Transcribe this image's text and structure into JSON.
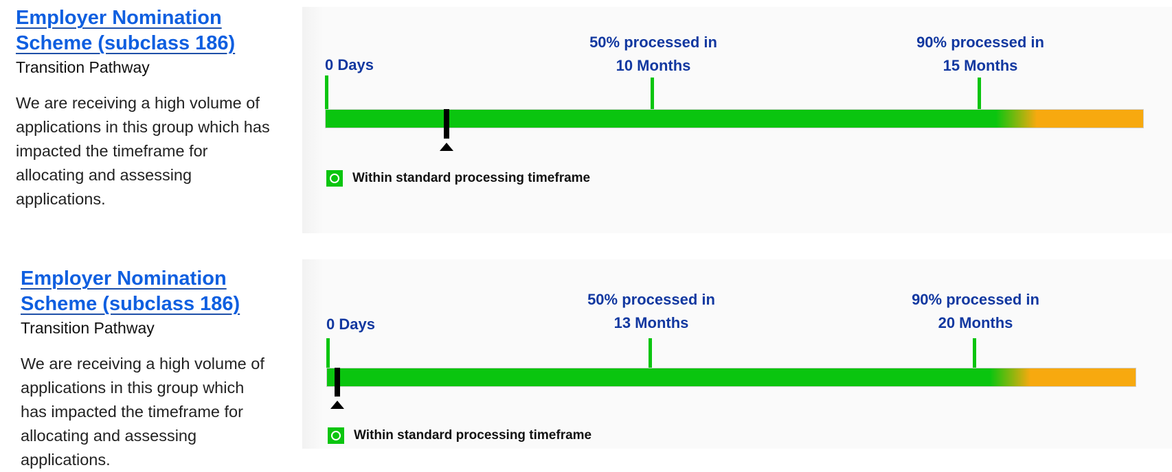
{
  "sections": [
    {
      "title_line1": "Employer Nomination",
      "title_line2": "Scheme (subclass 186)",
      "subtitle": "Transition Pathway",
      "description": "We are receiving a high volume of applications in this group which has impacted the timeframe for allocating and assessing applications.",
      "timeline": {
        "start_label": "0 Days",
        "p50_label_line1": "50% processed in",
        "p50_label_line2": "10 Months",
        "p90_label_line1": "90% processed in",
        "p90_label_line2": "15 Months",
        "marker_position": 0.145,
        "legend": "Within standard processing timeframe"
      }
    },
    {
      "title_line1": "Employer Nomination",
      "title_line2": "Scheme (subclass 186)",
      "subtitle": "Transition Pathway",
      "description": "We are receiving a high volume of applications in this group which has impacted the timeframe for allocating and assessing applications.",
      "timeline": {
        "start_label": "0 Days",
        "p50_label_line1": "50% processed in",
        "p50_label_line2": "13 Months",
        "p90_label_line1": "90% processed in",
        "p90_label_line2": "20 Months",
        "marker_position": 0.01,
        "legend": "Within standard processing timeframe"
      }
    }
  ],
  "colors": {
    "accent": "#0f5fe0",
    "on_track": "#0ac50f",
    "delayed": "#f7a90f",
    "label": "#1238a0"
  }
}
